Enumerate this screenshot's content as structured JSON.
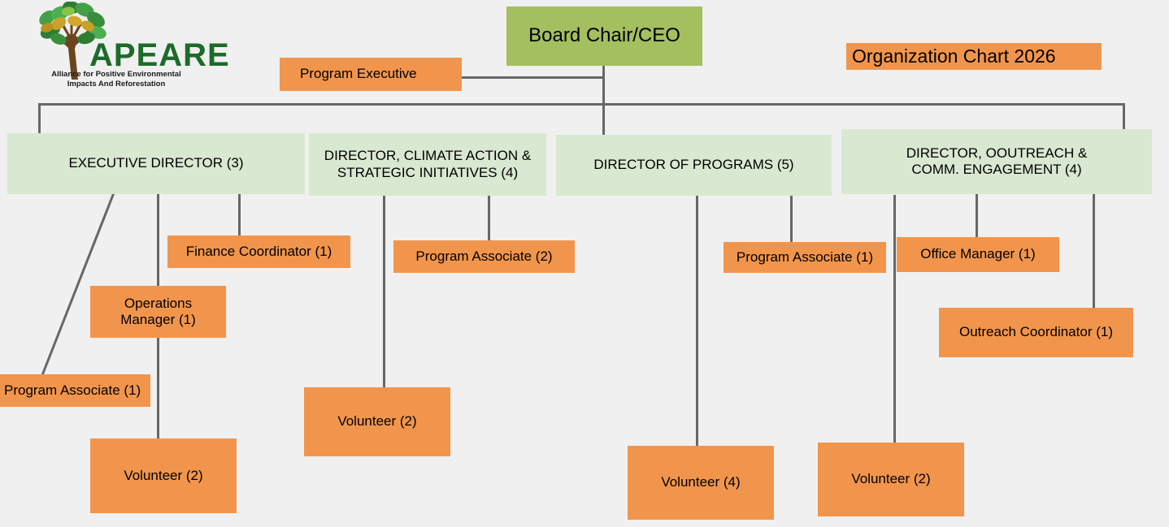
{
  "page": {
    "title_badge": "Organization Chart 2026",
    "background_color": "#f0f0f0",
    "line_color": "#676767"
  },
  "brand": {
    "logo_icon": "tree-logo-icon",
    "wordmark": "APEARE",
    "tagline": "Alliance for Positive Environmental\nImpacts And Reforestation",
    "colors": {
      "wordmark_green": "#1d6b2a",
      "leaf_green": "#3f9c45",
      "leaf_gold": "#c9a227",
      "trunk_brown": "#6b4520"
    }
  },
  "palette": {
    "executive_green": "#a4bf5e",
    "director_green": "#d9e8d0",
    "staff_orange": "#f2954c",
    "connector_gray": "#676767"
  },
  "chart": {
    "root": {
      "label": "Board Chair/CEO",
      "color": "#a4bf5e"
    },
    "staff_to_root": {
      "label": "Program Executive",
      "color": "#f2954c"
    },
    "directors": [
      {
        "label": "EXECUTIVE DIRECTOR (3)",
        "headcount": 3,
        "color": "#d9e8d0"
      },
      {
        "label": "DIRECTOR, CLIMATE ACTION &\nSTRATEGIC INITIATIVES (4)",
        "headcount": 4,
        "color": "#d9e8d0"
      },
      {
        "label": "DIRECTOR OF PROGRAMS (5)",
        "headcount": 5,
        "color": "#d9e8d0"
      },
      {
        "label": "DIRECTOR, OOUTREACH &\nCOMM. ENGAGEMENT (4)",
        "headcount": 4,
        "color": "#d9e8d0"
      }
    ],
    "reports": [
      {
        "label": "Finance Coordinator (1)",
        "headcount": 1,
        "parent": "EXECUTIVE DIRECTOR (3)",
        "color": "#f2954c"
      },
      {
        "label": "Operations\nManager (1)",
        "headcount": 1,
        "parent": "EXECUTIVE DIRECTOR (3)",
        "color": "#f2954c"
      },
      {
        "label": "Program Associate (1)",
        "headcount": 1,
        "parent": "EXECUTIVE DIRECTOR (3)",
        "color": "#f2954c"
      },
      {
        "label": "Volunteer (2)",
        "headcount": 2,
        "parent": "EXECUTIVE DIRECTOR (3)",
        "color": "#f2954c"
      },
      {
        "label": "Program Associate (2)",
        "headcount": 2,
        "parent": "DIRECTOR, CLIMATE ACTION & STRATEGIC INITIATIVES (4)",
        "color": "#f2954c"
      },
      {
        "label": "Volunteer (2)",
        "headcount": 2,
        "parent": "DIRECTOR, CLIMATE ACTION & STRATEGIC INITIATIVES (4)",
        "color": "#f2954c"
      },
      {
        "label": "Program Associate (1)",
        "headcount": 1,
        "parent": "DIRECTOR OF PROGRAMS (5)",
        "color": "#f2954c"
      },
      {
        "label": "Volunteer (4)",
        "headcount": 4,
        "parent": "DIRECTOR OF PROGRAMS (5)",
        "color": "#f2954c"
      },
      {
        "label": "Volunteer (2)",
        "headcount": 2,
        "parent": "DIRECTOR OF PROGRAMS (5)",
        "color": "#f2954c"
      },
      {
        "label": "Office Manager (1)",
        "headcount": 1,
        "parent": "DIRECTOR, OOUTREACH & COMM. ENGAGEMENT (4)",
        "color": "#f2954c"
      },
      {
        "label": "Outreach Coordinator (1)",
        "headcount": 1,
        "parent": "DIRECTOR, OOUTREACH & COMM. ENGAGEMENT (4)",
        "color": "#f2954c"
      }
    ]
  }
}
